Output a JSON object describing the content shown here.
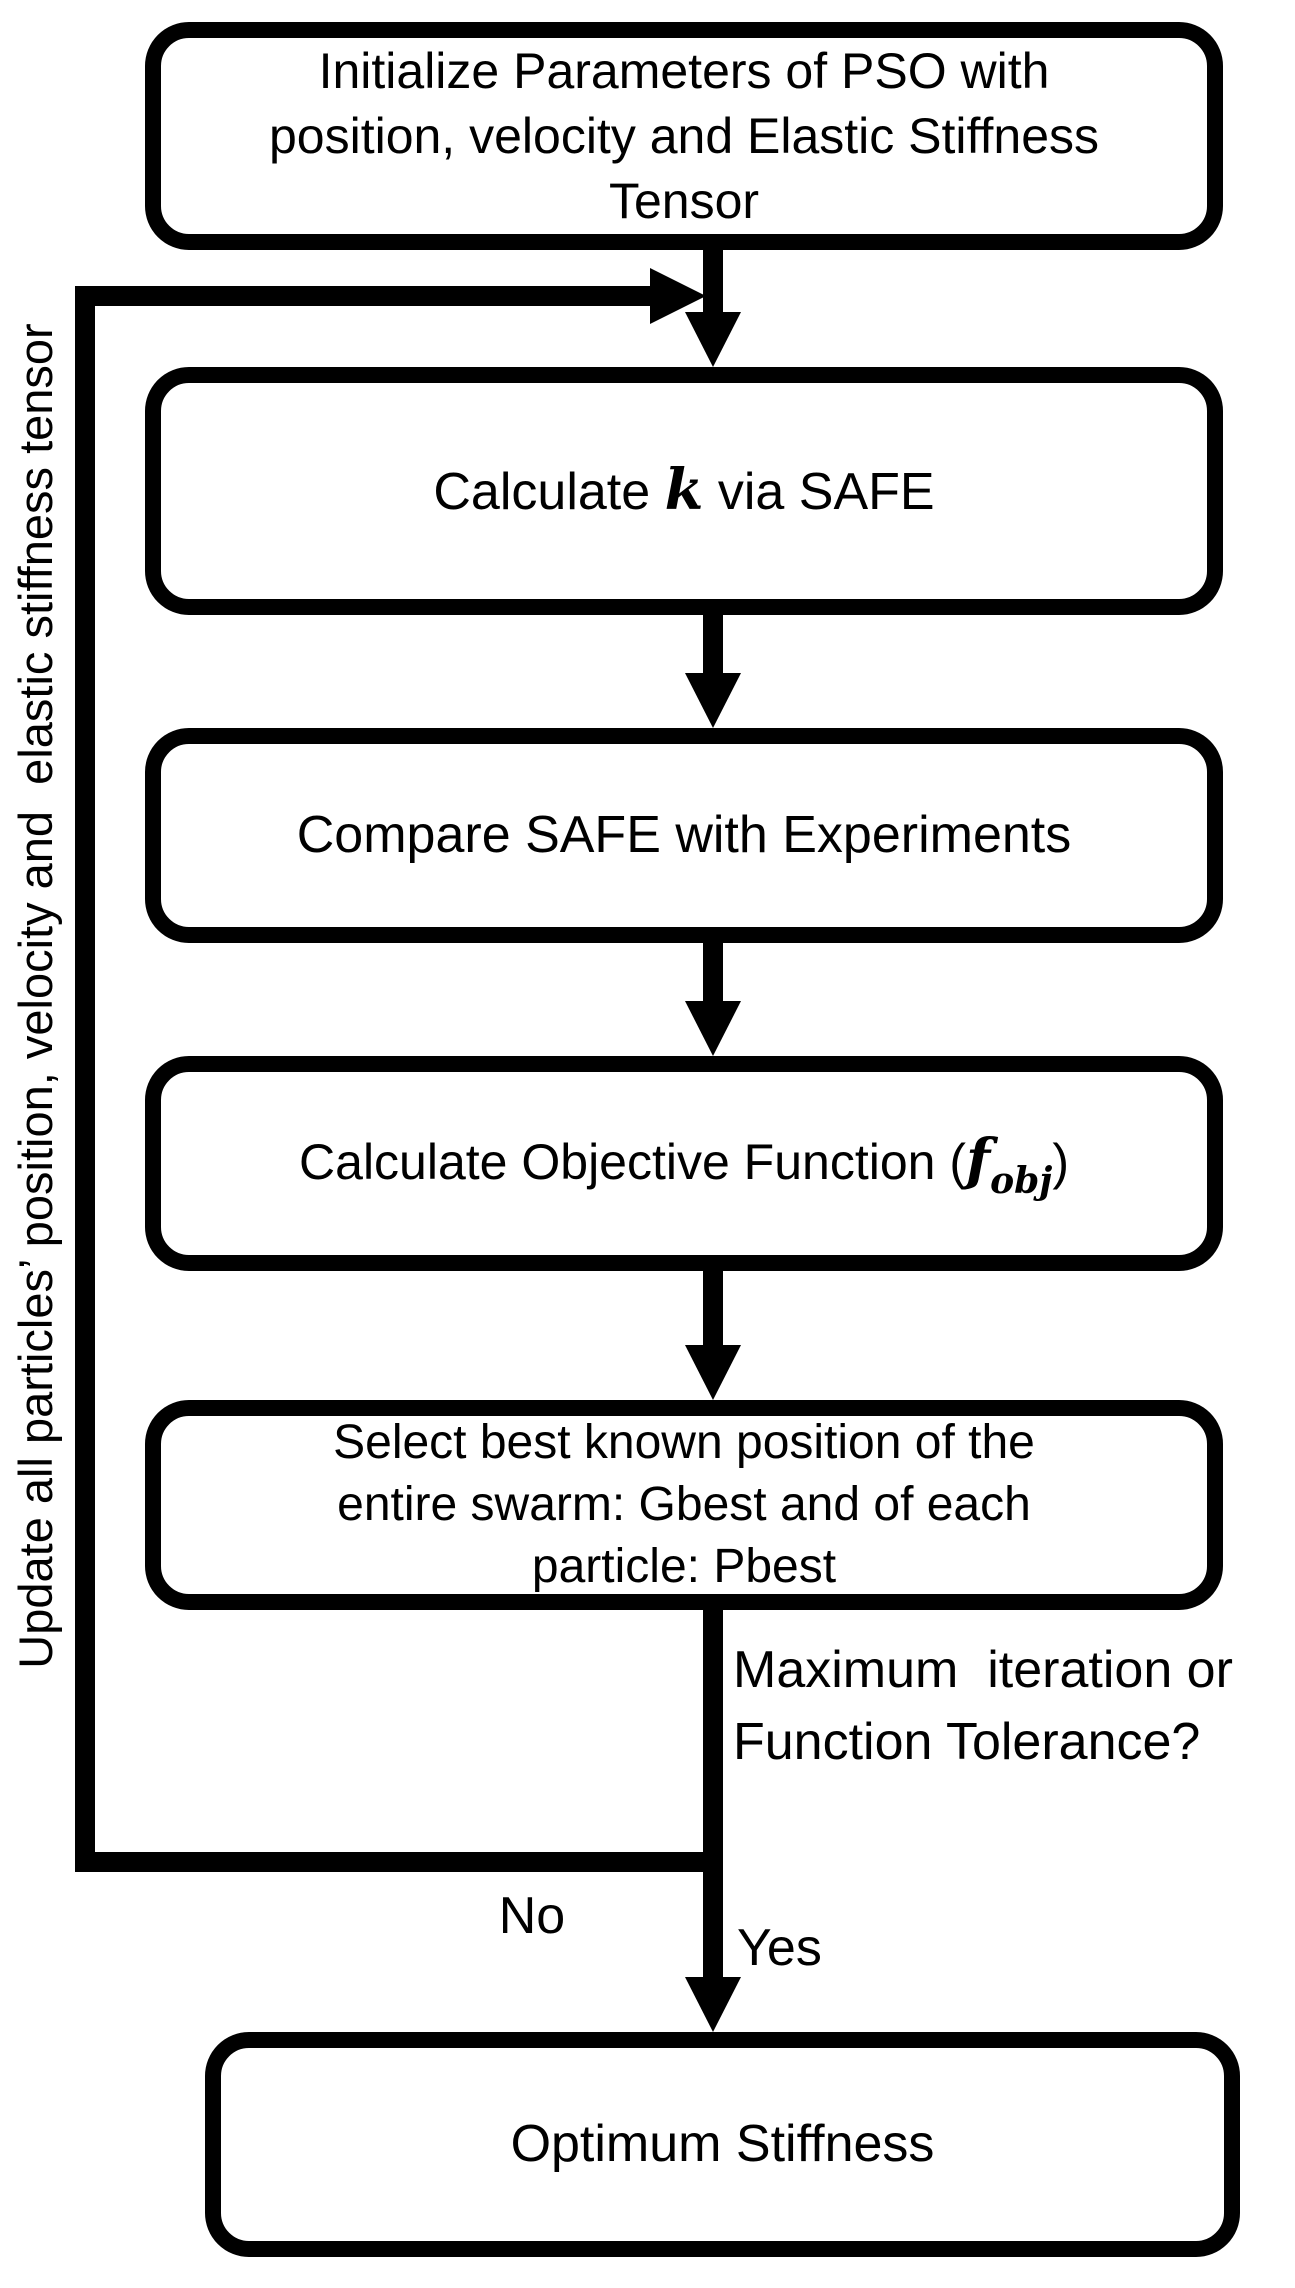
{
  "flowchart": {
    "boxes": {
      "init": "Initialize Parameters of PSO with\nposition, velocity and Elastic Stiffness\nTensor",
      "calc_k": {
        "pre": "Calculate ",
        "math": "k",
        "post": " via SAFE"
      },
      "compare": "Compare SAFE with Experiments",
      "objective": {
        "pre": "Calculate Objective Function (",
        "math": "f",
        "sub": "obj",
        "post": ")"
      },
      "select": "Select best known position of the\nentire swarm: Gbest and of each\nparticle: Pbest",
      "optimum": "Optimum Stiffness"
    },
    "decision_question": "Maximum  iteration or\nFunction Tolerance?",
    "labels": {
      "no": "No",
      "yes": "Yes"
    },
    "loop_note": "Update all particles’ position, velocity and  elastic stiffness tensor",
    "colors": {
      "line": "#000000",
      "background": "#ffffff",
      "box_fill": "#ffffff"
    }
  }
}
